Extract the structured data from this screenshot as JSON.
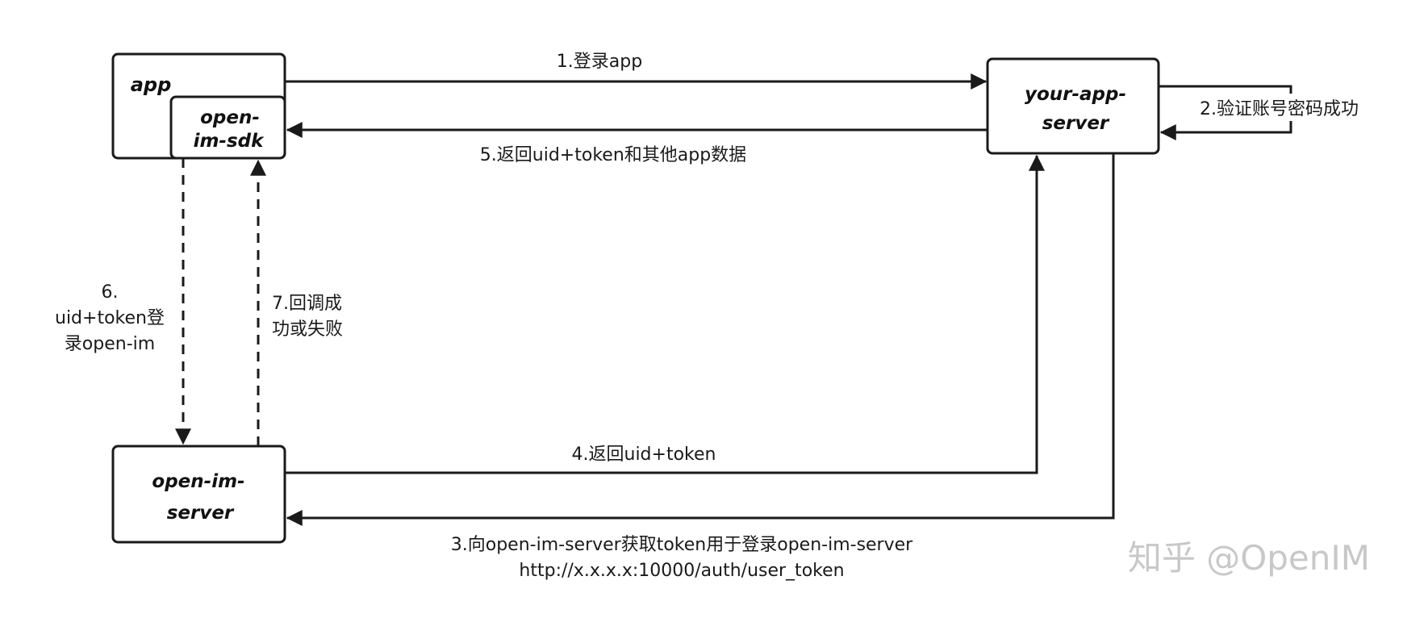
{
  "nodes": {
    "app": "app",
    "sdk": [
      "open-",
      "im-sdk"
    ],
    "your_app_server": [
      "your-app-",
      "server"
    ],
    "open_im_server": [
      "open-im-",
      "server"
    ]
  },
  "edges": {
    "e1": "1.登录app",
    "e2": "2.验证账号密码成功",
    "e3": [
      "3.向open-im-server获取token用于登录open-im-server",
      "http://x.x.x.x:10000/auth/user_token"
    ],
    "e4": "4.返回uid+token",
    "e5": "5.返回uid+token和其他app数据",
    "e6": [
      "6.",
      "uid+token登",
      "录open-im"
    ],
    "e7": [
      "7.回调成",
      "功或失败"
    ]
  },
  "watermark": "知乎 @OpenIM",
  "colors": {
    "stroke": "#1a1a1a",
    "text": "#1a1a1a",
    "watermark": "#c8c8c8"
  }
}
